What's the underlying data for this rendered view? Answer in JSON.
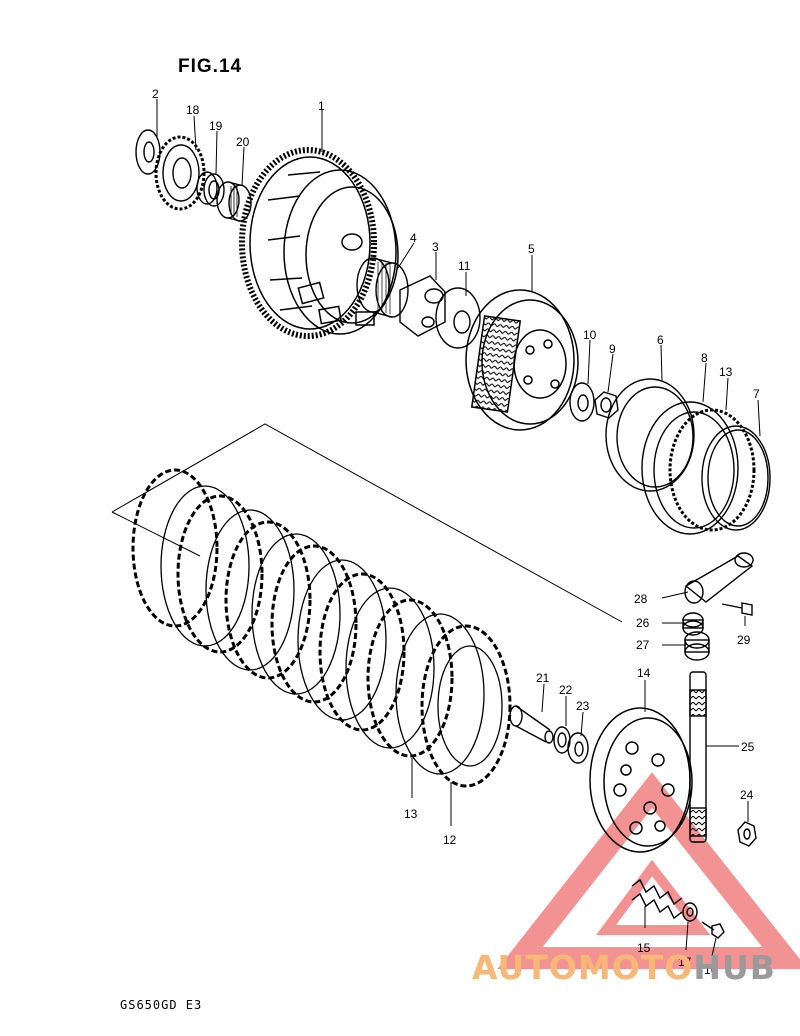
{
  "figure_title": "FIG.14",
  "model_code": "GS650GD E3",
  "watermark": {
    "part1": "AUTOMOTO",
    "part2": "HUB",
    "color_red": "#f08080",
    "color_orange": "#f6b777",
    "color_gray": "#9a9a9a"
  },
  "callouts": {
    "c1": "1",
    "c2": "2",
    "c3": "3",
    "c4": "4",
    "c5": "5",
    "c6": "6",
    "c7": "7",
    "c8": "8",
    "c9": "9",
    "c10": "10",
    "c11": "11",
    "c12": "12",
    "c13a": "13",
    "c13b": "13",
    "c14": "14",
    "c15": "15",
    "c16": "16",
    "c17": "17",
    "c18": "18",
    "c19": "19",
    "c20": "20",
    "c21": "21",
    "c22": "22",
    "c23": "23",
    "c24": "24",
    "c25": "25",
    "c26": "26",
    "c27": "27",
    "c28": "28",
    "c29": "29"
  }
}
